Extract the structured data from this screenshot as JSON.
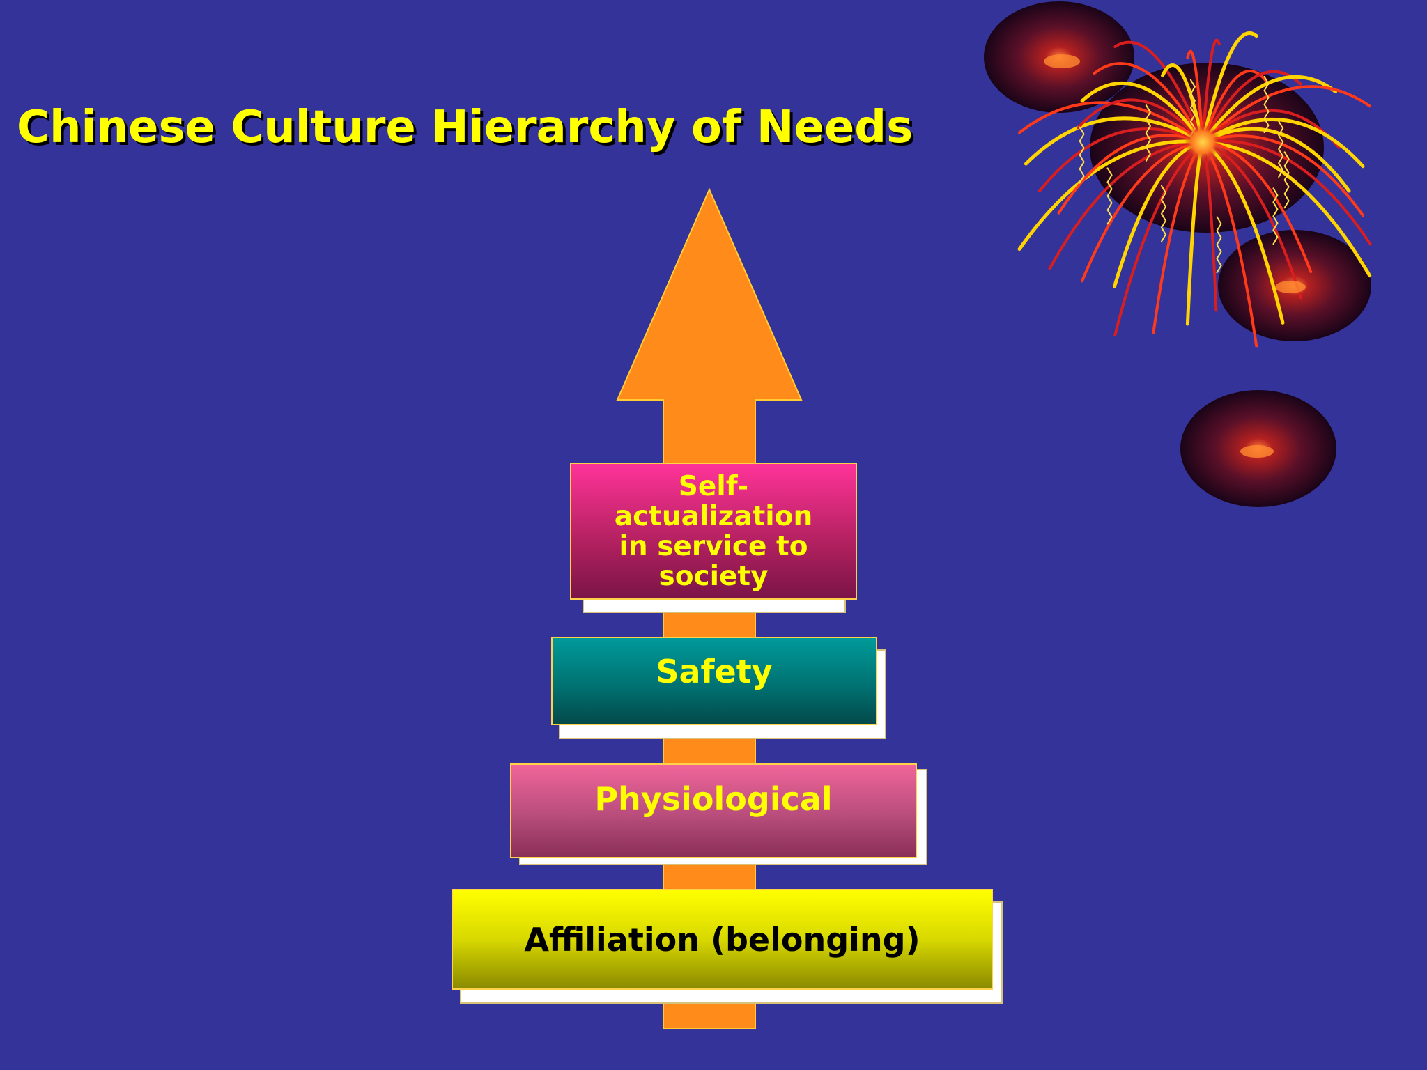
{
  "slide": {
    "title": "Chinese Culture Hierarchy of Needs"
  },
  "diagram": {
    "type": "hierarchy-pyramid",
    "direction": "upward-arrow",
    "tiers": [
      {
        "label": "Self-actualization in service to society",
        "color": "#E0287A"
      },
      {
        "label": "Safety",
        "color": "#007A7A"
      },
      {
        "label": "Physiological",
        "color": "#D65A8C"
      },
      {
        "label": "Affiliation (belonging)",
        "color": "#E6E600"
      }
    ]
  },
  "colors": {
    "background": "#343399",
    "title": "#FFFF00",
    "arrow": "#FF8C1A"
  },
  "decoration": {
    "icon": "fireworks-icon"
  }
}
